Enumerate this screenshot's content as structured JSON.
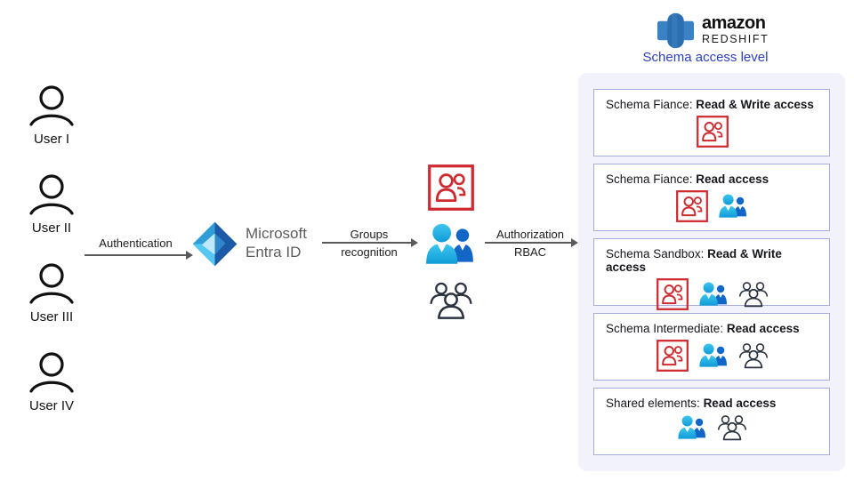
{
  "users": [
    {
      "label": "User I"
    },
    {
      "label": "User II"
    },
    {
      "label": "User III"
    },
    {
      "label": "User IV"
    }
  ],
  "arrows": {
    "authentication": {
      "label": "Authentication"
    },
    "groups": {
      "label_top": "Groups",
      "label_bottom": "recognition"
    },
    "authorization": {
      "label_top": "Authorization",
      "label_bottom": "RBAC"
    }
  },
  "entra": {
    "line1": "Microsoft",
    "line2": "Entra ID"
  },
  "redshift": {
    "brand": "amazon",
    "product": "REDSHIFT",
    "subtitle": "Schema access level"
  },
  "middle_icons": [
    "red-bounded-group-icon",
    "blue-users-icon",
    "outlined-group-icon"
  ],
  "access_boxes": [
    {
      "name": "Schema Fiance: ",
      "access": "Read & Write access",
      "icons": [
        "red-bounded-group-icon"
      ]
    },
    {
      "name": "Schema Fiance: ",
      "access": "Read access",
      "icons": [
        "red-bounded-group-icon",
        "blue-users-icon"
      ]
    },
    {
      "name": "Schema Sandbox: ",
      "access": "Read & Write access",
      "icons": [
        "red-bounded-group-icon",
        "blue-users-icon",
        "outlined-group-icon"
      ]
    },
    {
      "name": "Schema Intermediate: ",
      "access": "Read access",
      "icons": [
        "red-bounded-group-icon",
        "blue-users-icon",
        "outlined-group-icon"
      ]
    },
    {
      "name": "Shared elements: ",
      "access": "Read access",
      "icons": [
        "blue-users-icon",
        "outlined-group-icon"
      ]
    }
  ],
  "colors": {
    "subtitle_blue": "#2b3fc4",
    "red_group": "#cf2a2f",
    "cyan_user": "#2cb9ec",
    "dark_blue_user": "#1166c8",
    "panel_bg": "#f2f3fa",
    "box_border": "#a9abde",
    "redshift_blue": "#2b6fb0",
    "entra_dark_blue": "#1c5aa8",
    "entra_light_blue": "#54c8f2"
  }
}
